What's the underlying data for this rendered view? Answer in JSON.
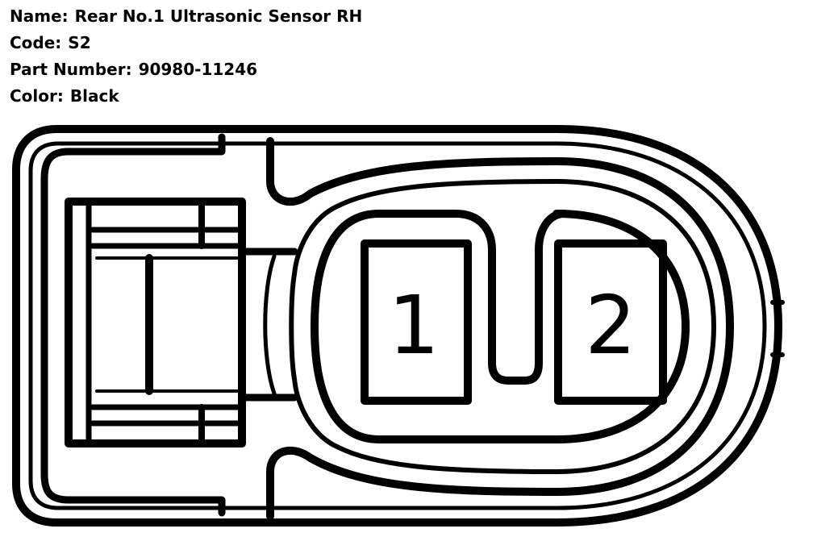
{
  "info": {
    "name_label": "Name:",
    "name_value": "Rear No.1 Ultrasonic Sensor RH",
    "code_label": "Code:",
    "code_value": "S2",
    "part_label": "Part Number:",
    "part_value": "90980-11246",
    "color_label": "Color:",
    "color_value": "Black"
  },
  "pins": {
    "pin1": "1",
    "pin2": "2"
  },
  "colors": {
    "line": "#000000",
    "background": "#ffffff"
  }
}
